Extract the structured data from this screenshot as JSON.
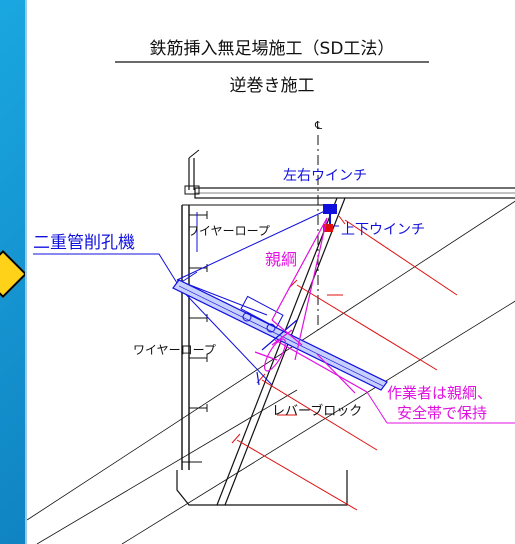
{
  "title": "鉄筋挿入無足場施工（SD工法）",
  "subtitle": "逆巻き施工",
  "labels": {
    "left_right_winch": "左右ウインチ",
    "up_down_winch": "上下ウインチ",
    "wire_rope_top": "ワイヤーロープ",
    "wire_rope_left": "ワイヤーロープ",
    "main_rope": "親綱",
    "drilling_machine": "二重管削孔機",
    "lever_block": "レバーブロック",
    "worker_note_line1": "作業者は親綱、",
    "worker_note_line2": "安全帯で保持",
    "centerline_mark": "℄"
  },
  "colors": {
    "blue": "#1010dd",
    "magenta": "#e010e0",
    "red": "#e01010",
    "black": "#111111",
    "accent_yellow": "#ffd21a"
  }
}
